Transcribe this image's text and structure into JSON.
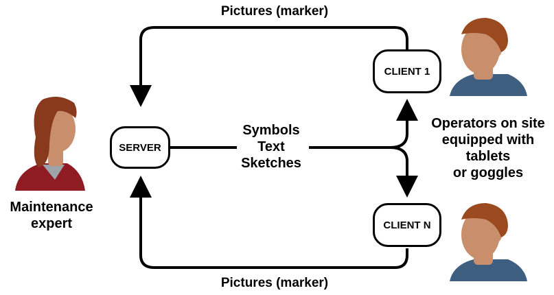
{
  "diagram": {
    "top_edge_label": "Pictures (marker)",
    "bottom_edge_label": "Pictures (marker)",
    "center_label_lines": [
      "Symbols",
      "Text",
      "Sketches"
    ],
    "nodes": {
      "server": "SERVER",
      "client_1": "CLIENT 1",
      "client_n": "CLIENT N"
    },
    "expert_label_lines": [
      "Maintenance",
      "expert"
    ],
    "operators_label_lines": [
      "Operators on site",
      "equipped with",
      "tablets",
      "or goggles"
    ],
    "colors": {
      "skin": "#c98e6c",
      "female_hair": "#8a3a1c",
      "female_shirt": "#8e1c22",
      "male_hair": "#9a4a1e",
      "male_shirt": "#3f5f80"
    }
  }
}
